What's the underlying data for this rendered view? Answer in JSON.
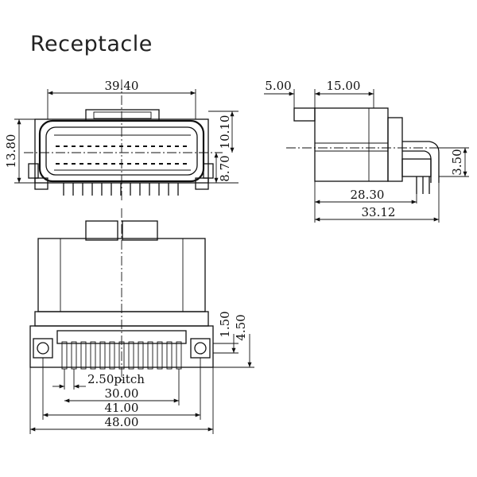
{
  "title": "Receptacle",
  "dimensions": {
    "front_width": "39.40",
    "front_height_total": "13.80",
    "front_height_upper": "10.10",
    "front_height_lower": "8.70",
    "side_tab": "5.00",
    "side_body": "15.00",
    "side_offset": "3.50",
    "side_depth_inner": "28.30",
    "side_depth_outer": "33.12",
    "bottom_pitch": "2.50pitch",
    "bottom_rows_small": "1.50",
    "bottom_rows_large": "4.50",
    "bottom_span_pins": "30.00",
    "bottom_span_holes": "41.00",
    "bottom_span_total": "48.00"
  }
}
